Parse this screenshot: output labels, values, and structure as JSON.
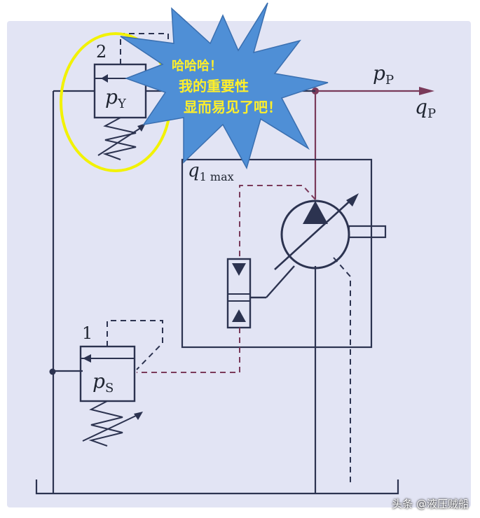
{
  "labels": {
    "port_2": "2",
    "port_1": "1",
    "relief_symbol": "p",
    "relief_sub": "Y",
    "seq_symbol": "p",
    "seq_sub": "S",
    "pp_symbol": "p",
    "pp_sub": "P",
    "qp_symbol": "q",
    "qp_sub": "P",
    "q1max_symbol": "q",
    "q1max_sub": "1 max"
  },
  "callout": {
    "line1": "哈哈哈！",
    "line2": "我的重要性",
    "line3": "显而易见了吧！"
  },
  "watermark": "头条 @液压贼船",
  "colors": {
    "background": "#e2e4f4",
    "line": "#2c3350",
    "pressure_line": "#7a3a5a",
    "burst_fill": "#4f8fd6",
    "burst_text": "#ffef2a",
    "highlight_circle": "#f2f200"
  }
}
